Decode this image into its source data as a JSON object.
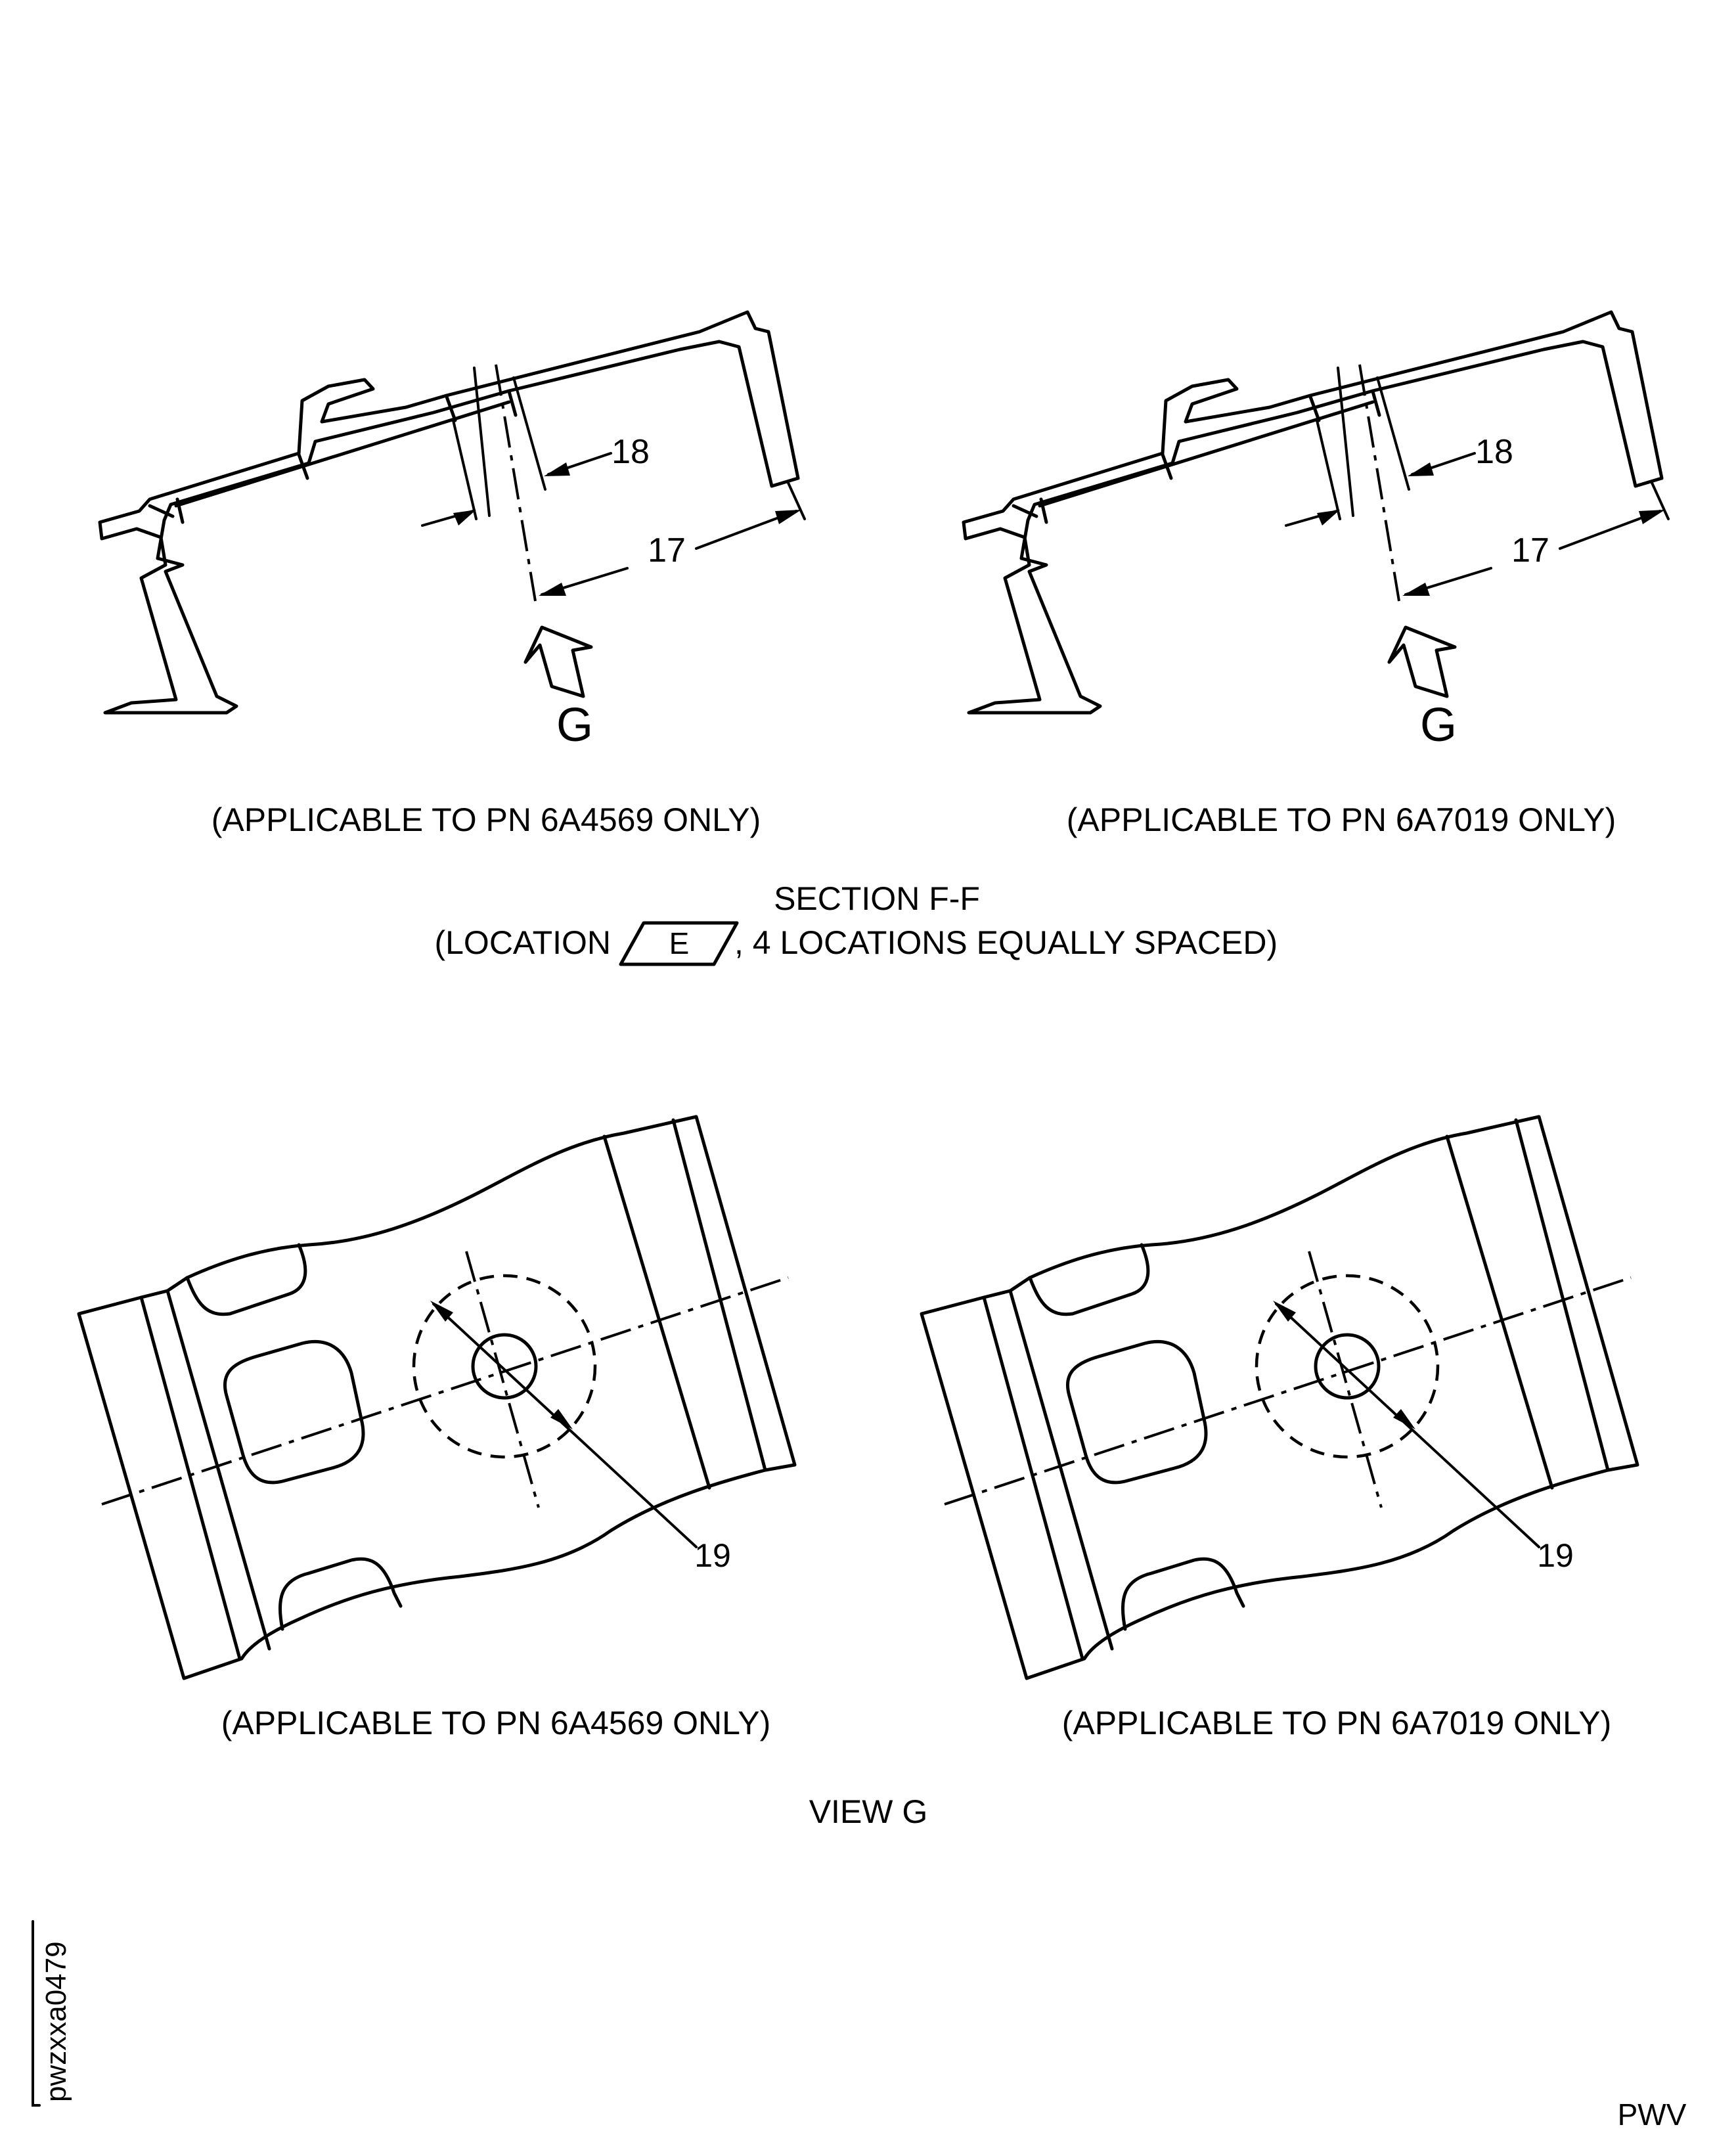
{
  "top_views": [
    {
      "dims": {
        "d17": "17",
        "d18": "18"
      },
      "view_arrow_label": "G",
      "caption": "(APPLICABLE TO PN 6A4569 ONLY)"
    },
    {
      "dims": {
        "d17": "17",
        "d18": "18"
      },
      "view_arrow_label": "G",
      "caption": "(APPLICABLE TO PN 6A7019 ONLY)"
    }
  ],
  "section_title": {
    "line1": "SECTION F-F",
    "line2_prefix": "(LOCATION",
    "datum": "E",
    "line2_suffix": ", 4 LOCATIONS EQUALLY SPACED)"
  },
  "bottom_views": [
    {
      "callout": "19",
      "caption": "(APPLICABLE TO PN 6A4569 ONLY)"
    },
    {
      "callout": "19",
      "caption": "(APPLICABLE TO PN 6A7019 ONLY)"
    }
  ],
  "view_title": "VIEW G",
  "side_code": "pwzxxa0479",
  "corner_code": "PWV"
}
